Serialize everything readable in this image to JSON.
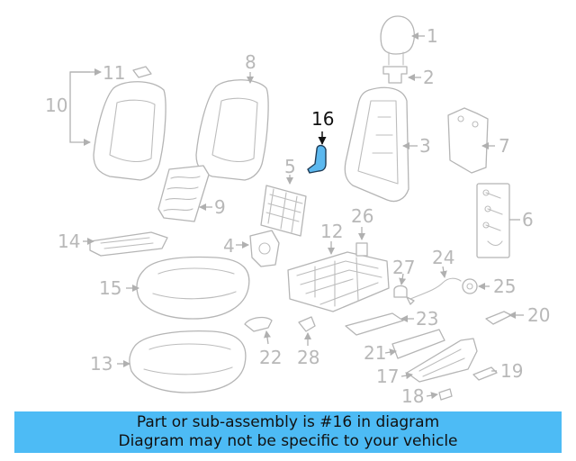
{
  "callouts": {
    "c1": "1",
    "c2": "2",
    "c3": "3",
    "c4": "4",
    "c5": "5",
    "c6": "6",
    "c7": "7",
    "c8": "8",
    "c9": "9",
    "c10": "10",
    "c11": "11",
    "c12": "12",
    "c13": "13",
    "c14": "14",
    "c15": "15",
    "c16": "16",
    "c17": "17",
    "c18": "18",
    "c19": "19",
    "c20": "20",
    "c21": "21",
    "c22": "22",
    "c23": "23",
    "c24": "24",
    "c25": "25",
    "c26": "26",
    "c27": "27",
    "c28": "28"
  },
  "highlighted_part": "16",
  "banner": {
    "line1": "Part or sub-assembly is #16 in diagram",
    "line2": "Diagram may not be specific to your vehicle"
  },
  "colors": {
    "highlight_fill": "#5bb8ef",
    "banner_background": "#4dbbf5",
    "line_art": "#b5b5b5"
  }
}
